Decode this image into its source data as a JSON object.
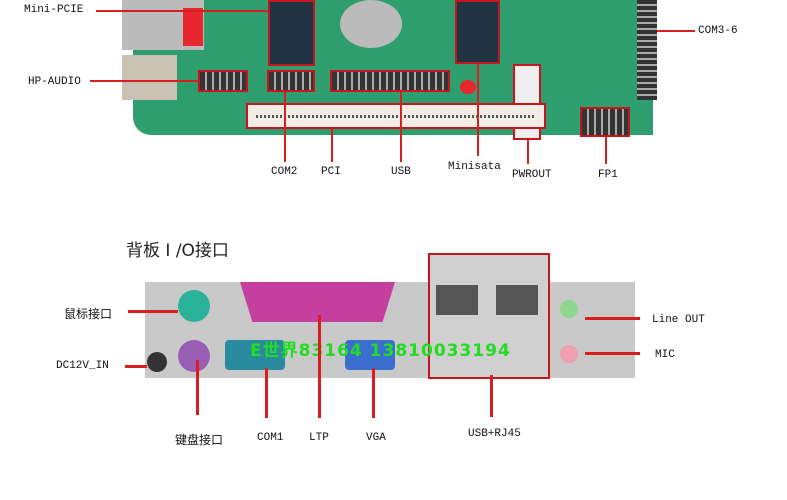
{
  "top_labels": {
    "mini_pcie": "Mini-PCIE",
    "hp_audio": "HP-AUDIO",
    "com3_6": "COM3-6",
    "com2": "COM2",
    "pci": "PCI",
    "usb": "USB",
    "minisata": "Minisata",
    "pwrout": "PWROUT",
    "fp1": "FP1"
  },
  "section_title": "背板 I /O接口",
  "io_labels": {
    "mouse": "鼠标接口",
    "dc": "DC12V_IN",
    "keyboard": "键盘接口",
    "com1": "COM1",
    "ltp": "LTP",
    "vga": "VGA",
    "usb_rj45": "USB+RJ45",
    "line_out": "Line OUT",
    "mic": "MIC"
  },
  "watermark": "E世界83164 13810033194",
  "colors": {
    "callout": "#d81e1e",
    "board": "#2f9e6e",
    "watermark": "#22dd22"
  }
}
